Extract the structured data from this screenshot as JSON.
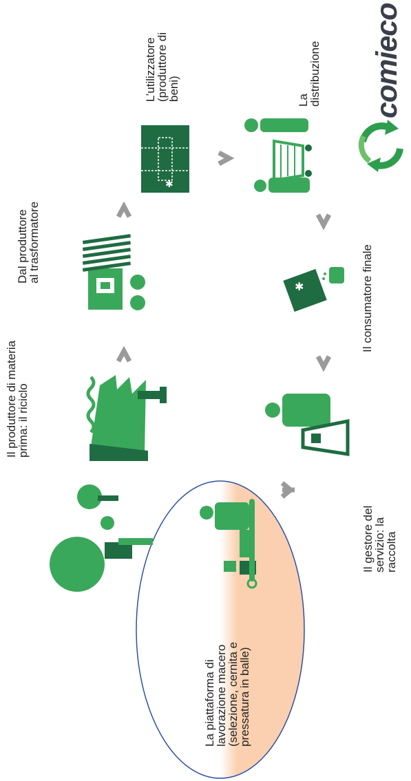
{
  "brand": {
    "name": "comieco",
    "colors": {
      "green": "#3aa85a",
      "dark_green": "#1f6b42",
      "logo_green": "#2e9d4e",
      "logo_dark": "#3a3f4a",
      "arrow_grey": "#9a9a9a",
      "ellipse_stroke": "#2d4fa8",
      "ellipse_fill": "#fad0b0"
    }
  },
  "stages": [
    {
      "id": "producer",
      "label": "Il produttore di materia\nprima: il riciclo",
      "icon": "factory-icon"
    },
    {
      "id": "transformer",
      "label": "Dal produttore\nal trasformatore",
      "icon": "printing-machine-icon"
    },
    {
      "id": "user",
      "label": "L’utilizzatore\n(produttore di\nbeni)",
      "icon": "folded-box-icon"
    },
    {
      "id": "distribution",
      "label": "La\ndistribuzione",
      "icon": "shopping-cart-icon"
    },
    {
      "id": "consumer",
      "label": "Il consumatore finale",
      "icon": "pouring-carton-icon"
    },
    {
      "id": "collection",
      "label": "Il gestore del\nservizio: la\nraccolta",
      "icon": "waste-bin-icon"
    },
    {
      "id": "platform",
      "label": "La piattaforma di\nlavorazione macero\n(selezione, cernita e\npressatura in balle)",
      "icon": "sorting-conveyor-icon"
    },
    {
      "id": "bales",
      "label": "",
      "icon": "paper-rolls-icon"
    }
  ]
}
